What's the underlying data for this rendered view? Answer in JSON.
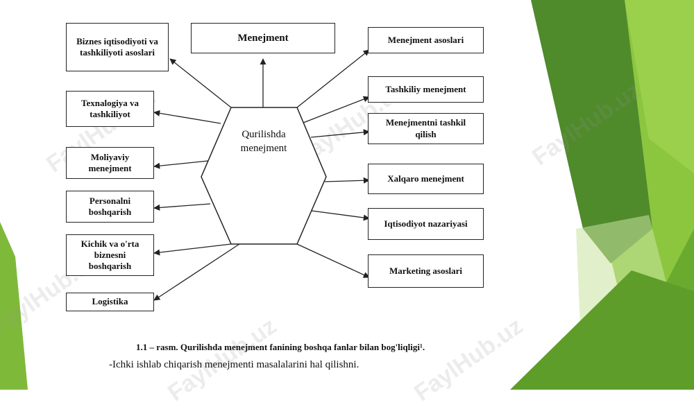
{
  "center_label": "Qurilishda\nmenejment",
  "top_box": "Menejment",
  "left_boxes": [
    {
      "id": "l1",
      "label": "Biznes iqtisodiyoti va\ntashkiliyoti asoslari"
    },
    {
      "id": "l2",
      "label": "Texnalogiya va\ntashkiliyot"
    },
    {
      "id": "l3",
      "label": "Moliyaviy\nmenejment"
    },
    {
      "id": "l4",
      "label": "Personalni\nboshqarish"
    },
    {
      "id": "l5",
      "label": "Kichik va o'rta\nbiznesni\nboshqarish"
    },
    {
      "id": "l6",
      "label": "Logistika"
    }
  ],
  "right_boxes": [
    {
      "id": "r1",
      "label": "Menejment asoslari"
    },
    {
      "id": "r2",
      "label": "Tashkiliy menejment"
    },
    {
      "id": "r3",
      "label": "Menejmentni tashkil\nqilish"
    },
    {
      "id": "r4",
      "label": "Xalqaro menejment"
    },
    {
      "id": "r5",
      "label": "Iqtisodiyot nazariyasi"
    },
    {
      "id": "r6",
      "label": "Marketing asoslari"
    }
  ],
  "caption": "1.1 – rasm. Qurilishda menejment fanining boshqa fanlar bilan bog'liqligi¹.",
  "subtext": "-Ichki ishlab chiqarish menejmenti masalalarini hal qilishni.",
  "watermark": "FaylHub.uz",
  "colors": {
    "green_dark": "#4f8a2b",
    "green_mid": "#7fb93a",
    "green_light": "#a6d15a",
    "line": "#222222"
  }
}
